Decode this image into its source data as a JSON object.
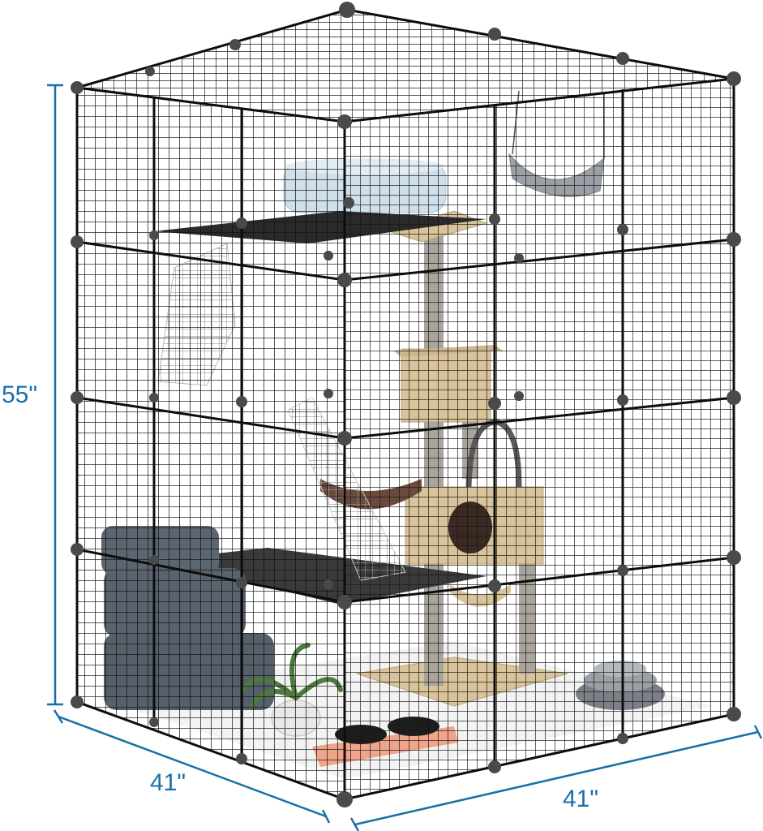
{
  "dimensions": {
    "height_label": "55\"",
    "depth_label": "41\"",
    "width_label": "41\""
  },
  "colors": {
    "dimension_line": "#1b6fa8",
    "wire": "#111111",
    "connector": "#4a4a4a",
    "sisal": "#a9a49c",
    "board": "#d8c39a",
    "cushion": "#5c6670",
    "background": "#ffffff"
  }
}
